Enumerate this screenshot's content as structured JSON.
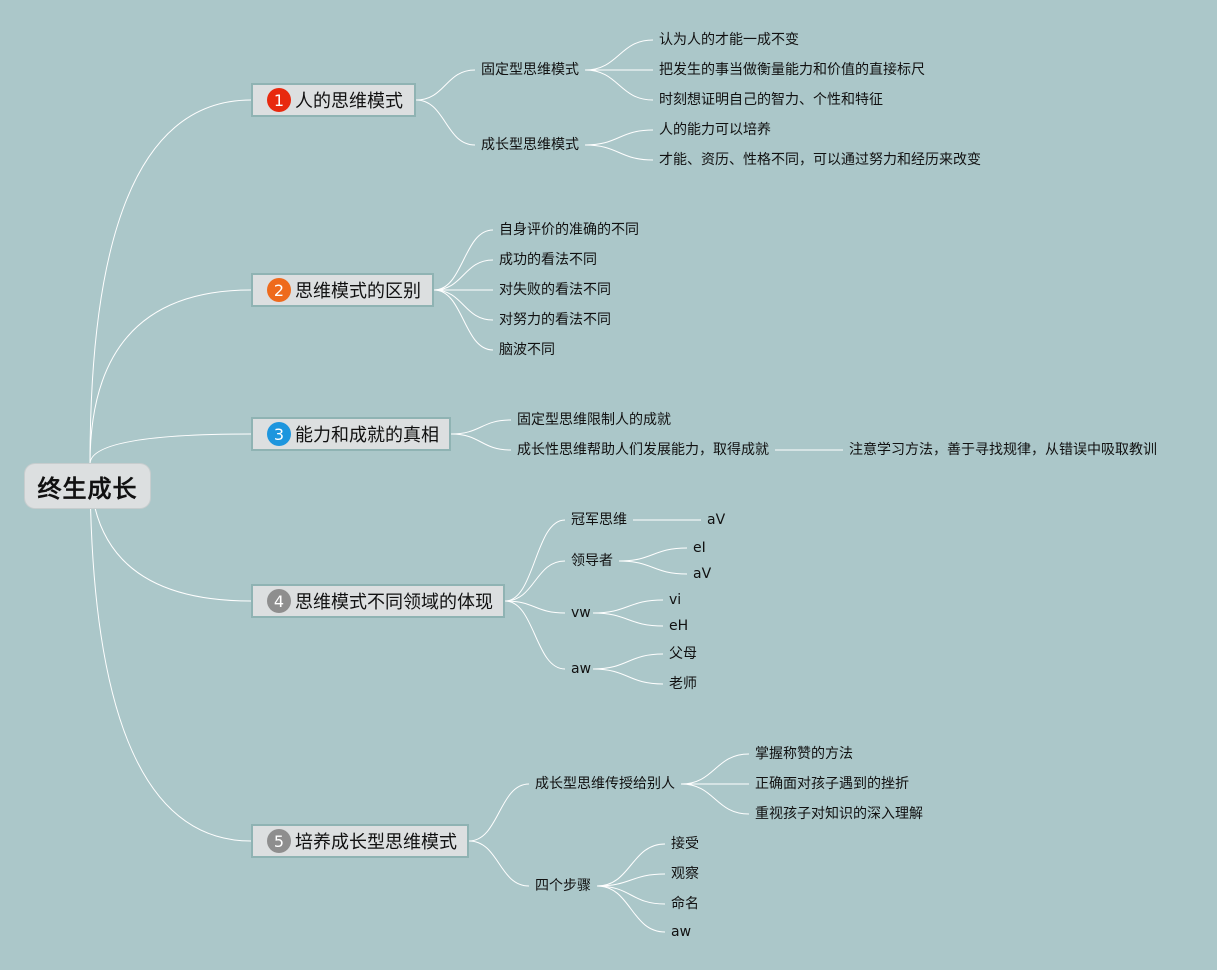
{
  "root": {
    "label": "终生成长"
  },
  "colors": {
    "background": "#abc7c9",
    "link": "#ffffff",
    "node_fill": "#dcdfe0",
    "node_border": "#8fb3b3"
  },
  "branches": [
    {
      "number": "1",
      "label": "人的思维模式",
      "badge_color": "#e8290e",
      "children": [
        {
          "label": "固定型思维模式",
          "children": [
            "认为人的才能一成不变",
            "把发生的事当做衡量能力和价值的直接标尺",
            "时刻想证明自己的智力、个性和特征"
          ]
        },
        {
          "label": "成长型思维模式",
          "children": [
            "人的能力可以培养",
            "才能、资历、性格不同，可以通过努力和经历来改变"
          ]
        }
      ]
    },
    {
      "number": "2",
      "label": "思维模式的区别",
      "badge_color": "#ee6a1c",
      "children": [
        {
          "label": "自身评价的准确的不同"
        },
        {
          "label": "成功的看法不同"
        },
        {
          "label": "对失败的看法不同"
        },
        {
          "label": "对努力的看法不同"
        },
        {
          "label": "脑波不同"
        }
      ]
    },
    {
      "number": "3",
      "label": "能力和成就的真相",
      "badge_color": "#1d96de",
      "children": [
        {
          "label": "固定型思维限制人的成就"
        },
        {
          "label": "成长性思维帮助人们发展能力，取得成就",
          "children": [
            "注意学习方法，善于寻找规律，从错误中吸取教训"
          ]
        }
      ]
    },
    {
      "number": "4",
      "label": "思维模式不同领域的体现",
      "badge_color": "#8e8e8e",
      "children": [
        {
          "label": "冠军思维",
          "children": [
            "aV"
          ]
        },
        {
          "label": "领导者",
          "children": [
            "eI",
            "aV"
          ]
        },
        {
          "label": "vw",
          "children": [
            "vi",
            "eH"
          ]
        },
        {
          "label": "aw",
          "children": [
            "父母",
            "老师"
          ]
        }
      ]
    },
    {
      "number": "5",
      "label": "培养成长型思维模式",
      "badge_color": "#8e8e8e",
      "children": [
        {
          "label": "成长型思维传授给别人",
          "children": [
            "掌握称赞的方法",
            "正确面对孩子遇到的挫折",
            "重视孩子对知识的深入理解"
          ]
        },
        {
          "label": "四个步骤",
          "children": [
            "接受",
            "观察",
            "命名",
            "aw"
          ]
        }
      ]
    }
  ]
}
